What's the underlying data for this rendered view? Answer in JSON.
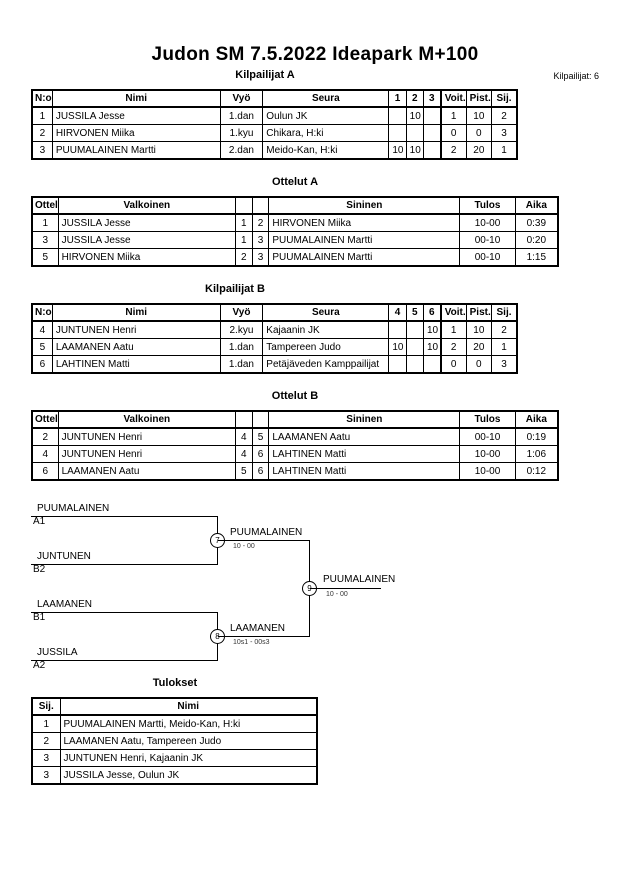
{
  "title": "Judon SM  7.5.2022  Ideapark   M+100",
  "competitor_count": "Kilpailijat: 6",
  "pool_a": {
    "heading": "Kilpailijat A",
    "headers": [
      "N:o",
      "Nimi",
      "Vyö",
      "Seura",
      "1",
      "2",
      "3",
      "Voit.",
      "Pist.",
      "Sij."
    ],
    "rows": [
      [
        "1",
        "JUSSILA Jesse",
        "1.dan",
        "Oulun JK",
        "",
        "10",
        "",
        "1",
        "10",
        "2"
      ],
      [
        "2",
        "HIRVONEN Miika",
        "1.kyu",
        "Chikara, H:ki",
        "",
        "",
        "",
        "0",
        "0",
        "3"
      ],
      [
        "3",
        "PUUMALAINEN Martti",
        "2.dan",
        "Meido-Kan, H:ki",
        "10",
        "10",
        "",
        "2",
        "20",
        "1"
      ]
    ]
  },
  "matches_a": {
    "heading": "Ottelut A",
    "headers": [
      "Ottelu",
      "Valkoinen",
      "",
      "",
      "Sininen",
      "Tulos",
      "Aika"
    ],
    "rows": [
      [
        "1",
        "JUSSILA Jesse",
        "1",
        "2",
        "HIRVONEN Miika",
        "10-00",
        "0:39"
      ],
      [
        "3",
        "JUSSILA Jesse",
        "1",
        "3",
        "PUUMALAINEN Martti",
        "00-10",
        "0:20"
      ],
      [
        "5",
        "HIRVONEN Miika",
        "2",
        "3",
        "PUUMALAINEN Martti",
        "00-10",
        "1:15"
      ]
    ]
  },
  "pool_b": {
    "heading": "Kilpailijat B",
    "headers": [
      "N:o",
      "Nimi",
      "Vyö",
      "Seura",
      "4",
      "5",
      "6",
      "Voit.",
      "Pist.",
      "Sij."
    ],
    "rows": [
      [
        "4",
        "JUNTUNEN Henri",
        "2.kyu",
        "Kajaanin JK",
        "",
        "",
        "10",
        "1",
        "10",
        "2"
      ],
      [
        "5",
        "LAAMANEN Aatu",
        "1.dan",
        "Tampereen Judo",
        "10",
        "",
        "10",
        "2",
        "20",
        "1"
      ],
      [
        "6",
        "LAHTINEN Matti",
        "1.dan",
        "Petäjäveden Kamppailijat",
        "",
        "",
        "",
        "0",
        "0",
        "3"
      ]
    ]
  },
  "matches_b": {
    "heading": "Ottelut B",
    "headers": [
      "Ottelu",
      "Valkoinen",
      "",
      "",
      "Sininen",
      "Tulos",
      "Aika"
    ],
    "rows": [
      [
        "2",
        "JUNTUNEN Henri",
        "4",
        "5",
        "LAAMANEN Aatu",
        "00-10",
        "0:19"
      ],
      [
        "4",
        "JUNTUNEN Henri",
        "4",
        "6",
        "LAHTINEN Matti",
        "10-00",
        "1:06"
      ],
      [
        "6",
        "LAAMANEN Aatu",
        "5",
        "6",
        "LAHTINEN Matti",
        "10-00",
        "0:12"
      ]
    ]
  },
  "bracket": {
    "entries": [
      {
        "name": "PUUMALAINEN",
        "seed": "A1"
      },
      {
        "name": "JUNTUNEN",
        "seed": "B2"
      },
      {
        "name": "LAAMANEN",
        "seed": "B1"
      },
      {
        "name": "JUSSILA",
        "seed": "A2"
      }
    ],
    "semi1": {
      "number": "7",
      "winner": "PUUMALAINEN",
      "score": "10 - 00"
    },
    "semi2": {
      "number": "8",
      "winner": "LAAMANEN",
      "score": "10s1 - 00s3"
    },
    "final": {
      "number": "9",
      "winner": "PUUMALAINEN",
      "score": "10 - 00"
    }
  },
  "results": {
    "heading": "Tulokset",
    "headers": [
      "Sij.",
      "Nimi"
    ],
    "rows": [
      [
        "1",
        "PUUMALAINEN Martti, Meido-Kan, H:ki"
      ],
      [
        "2",
        "LAAMANEN Aatu, Tampereen Judo"
      ],
      [
        "3",
        "JUNTUNEN Henri, Kajaanin JK"
      ],
      [
        "3",
        "JUSSILA Jesse, Oulun JK"
      ]
    ]
  }
}
